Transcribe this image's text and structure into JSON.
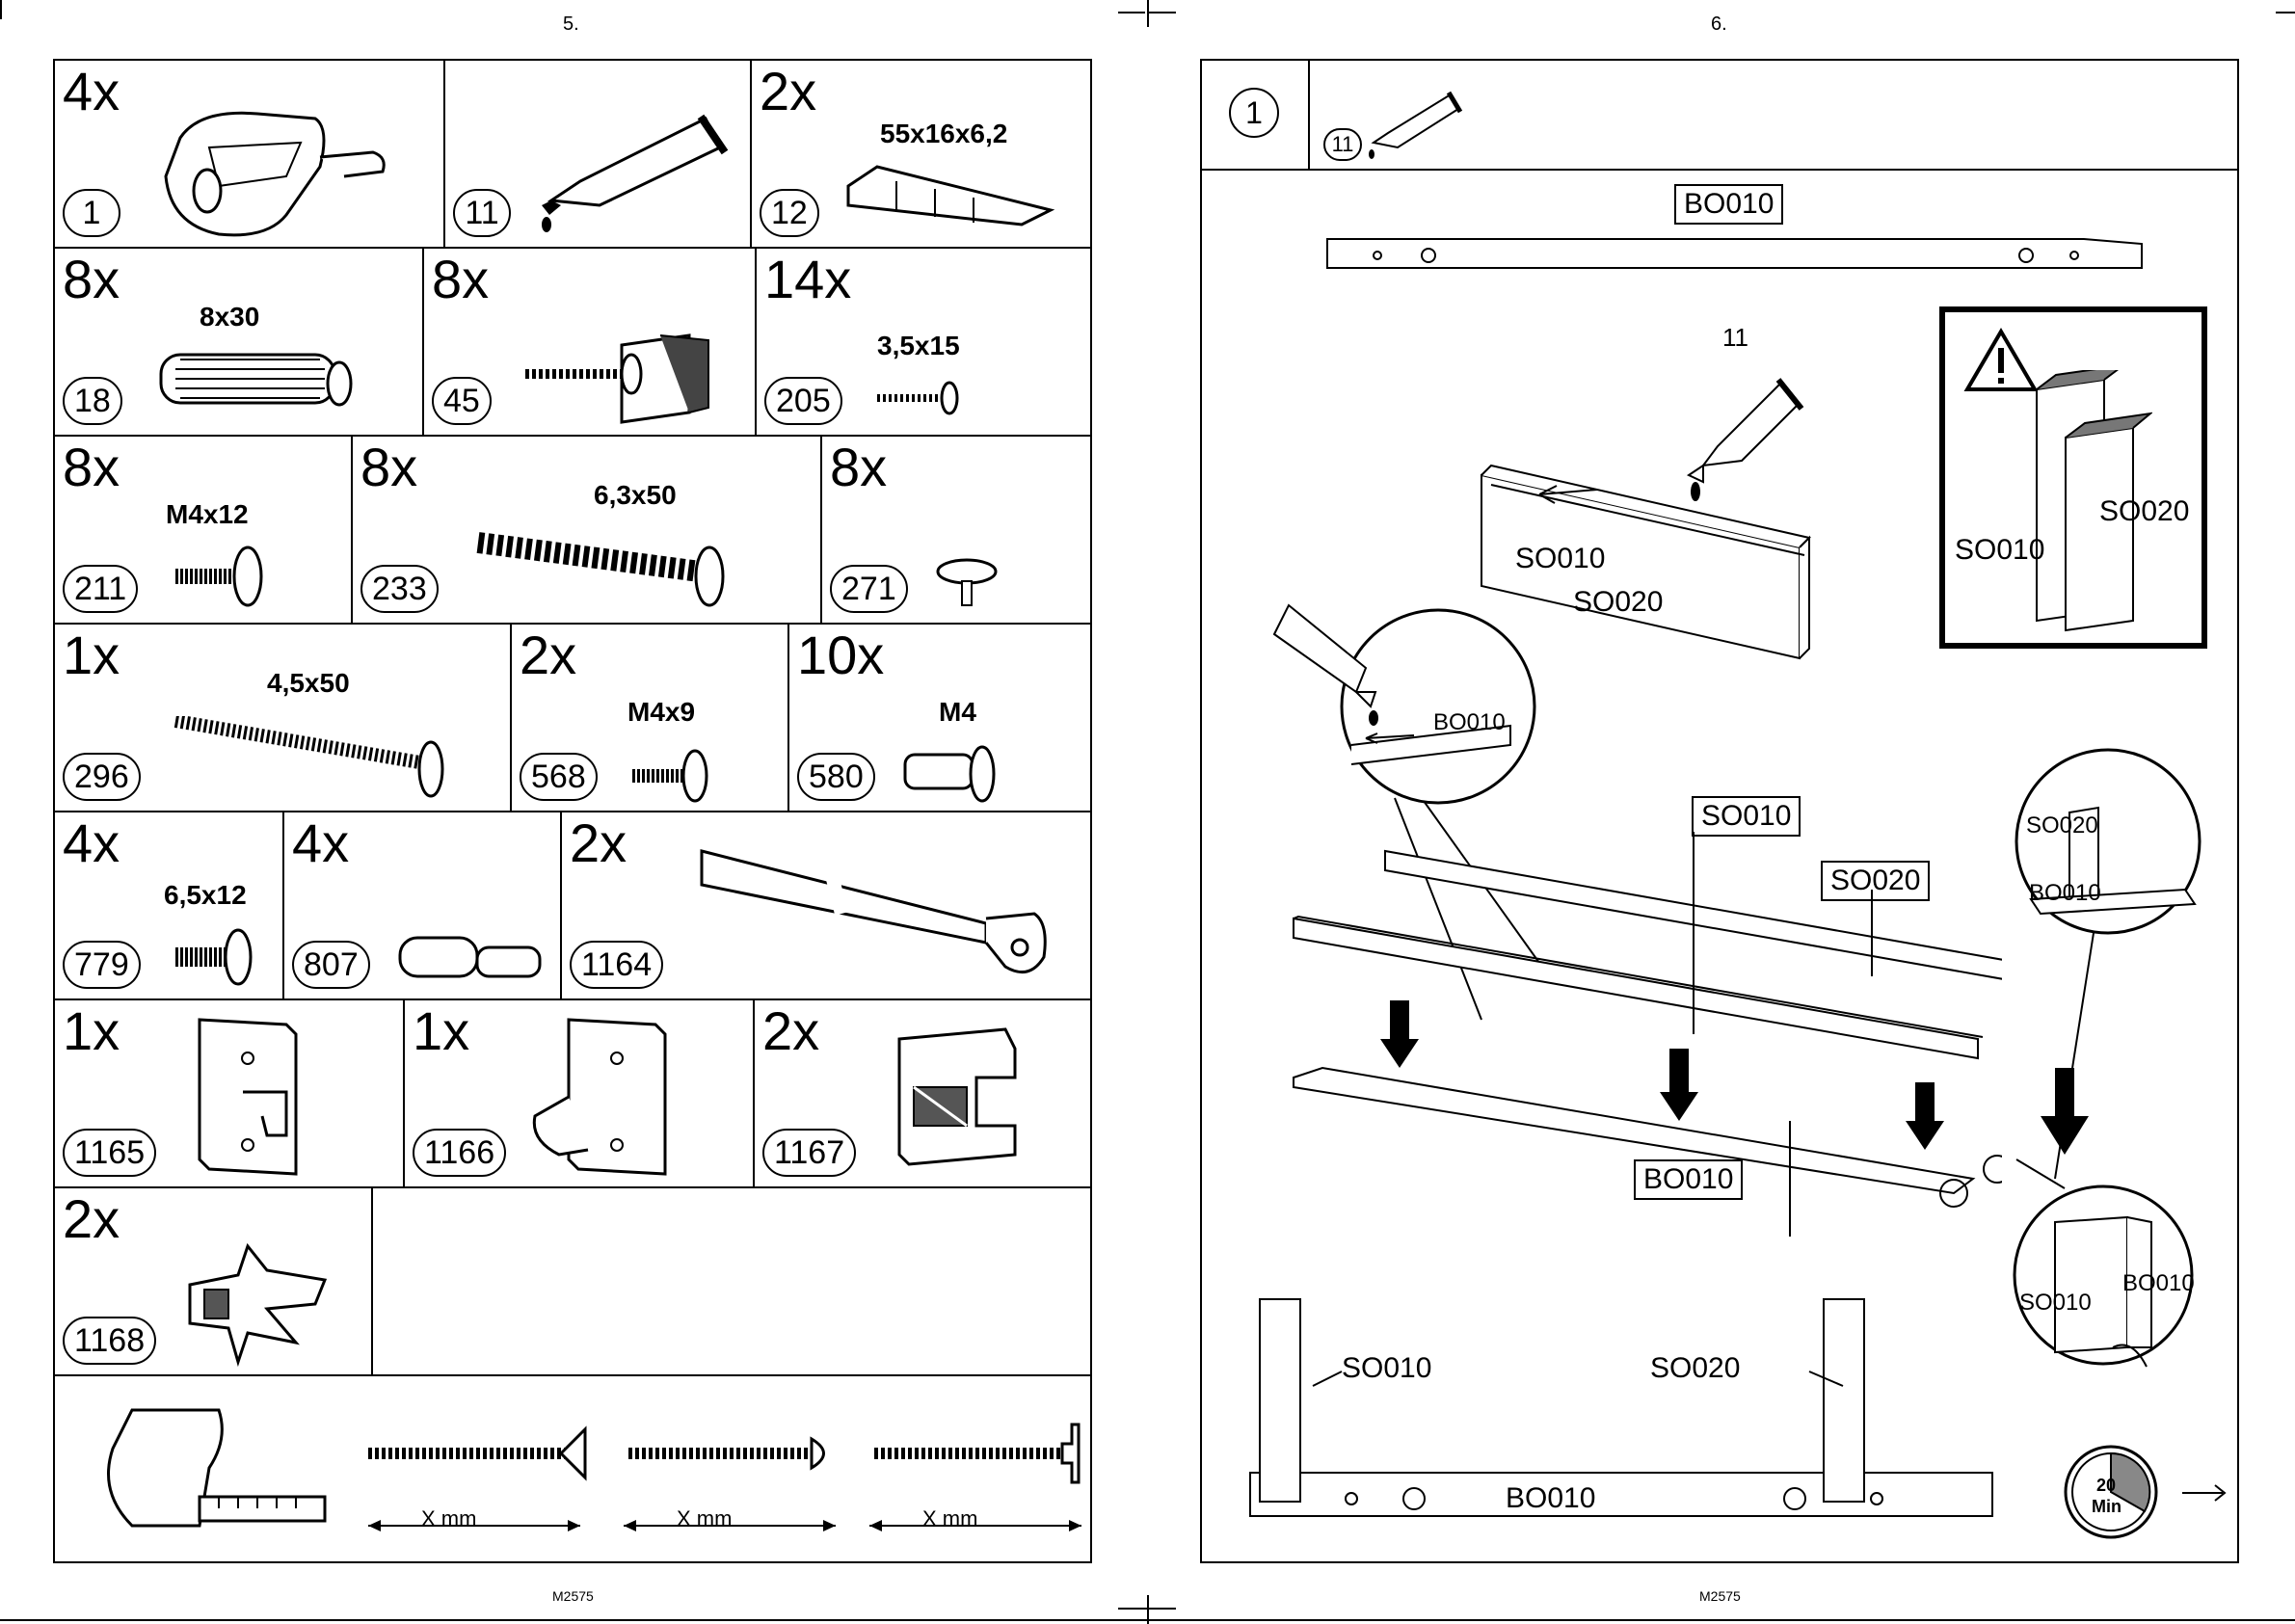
{
  "left_page": {
    "page_number": "5.",
    "footer": "M2575",
    "parts": [
      {
        "qty": "4x",
        "id": "1",
        "dim": ""
      },
      {
        "qty": "",
        "id": "11",
        "dim": ""
      },
      {
        "qty": "2x",
        "id": "12",
        "dim": "55x16x6,2"
      },
      {
        "qty": "8x",
        "id": "18",
        "dim": "8x30"
      },
      {
        "qty": "8x",
        "id": "45",
        "dim": ""
      },
      {
        "qty": "14x",
        "id": "205",
        "dim": "3,5x15"
      },
      {
        "qty": "8x",
        "id": "211",
        "dim": "M4x12"
      },
      {
        "qty": "8x",
        "id": "233",
        "dim": "6,3x50"
      },
      {
        "qty": "8x",
        "id": "271",
        "dim": ""
      },
      {
        "qty": "1x",
        "id": "296",
        "dim": "4,5x50"
      },
      {
        "qty": "2x",
        "id": "568",
        "dim": "M4x9"
      },
      {
        "qty": "10x",
        "id": "580",
        "dim": "M4"
      },
      {
        "qty": "4x",
        "id": "779",
        "dim": "6,5x12"
      },
      {
        "qty": "4x",
        "id": "807",
        "dim": ""
      },
      {
        "qty": "2x",
        "id": "1164",
        "dim": ""
      },
      {
        "qty": "1x",
        "id": "1165",
        "dim": ""
      },
      {
        "qty": "1x",
        "id": "1166",
        "dim": ""
      },
      {
        "qty": "2x",
        "id": "1167",
        "dim": ""
      },
      {
        "qty": "2x",
        "id": "1168",
        "dim": ""
      }
    ],
    "ruler_labels": [
      "X mm",
      "X mm",
      "X mm"
    ]
  },
  "right_page": {
    "page_number": "6.",
    "footer": "M2575",
    "step": "1",
    "step_part": "11",
    "labels": {
      "top_board": "BO010",
      "glue_num": "11",
      "side_a": "SO010",
      "side_b": "SO020",
      "warn_a": "SO010",
      "warn_b": "SO020",
      "zoom_left": "BO010",
      "call_so010": "SO010",
      "call_so020": "SO020",
      "call_bo010": "BO010",
      "zr_top_a": "SO020",
      "zr_top_b": "BO010",
      "zr_bot_a": "SO010",
      "zr_bot_b": "BO010",
      "bottom_so010": "SO010",
      "bottom_so020": "SO020",
      "bottom_bo010": "BO010"
    },
    "timer": {
      "value": "20",
      "unit": "Min"
    }
  }
}
